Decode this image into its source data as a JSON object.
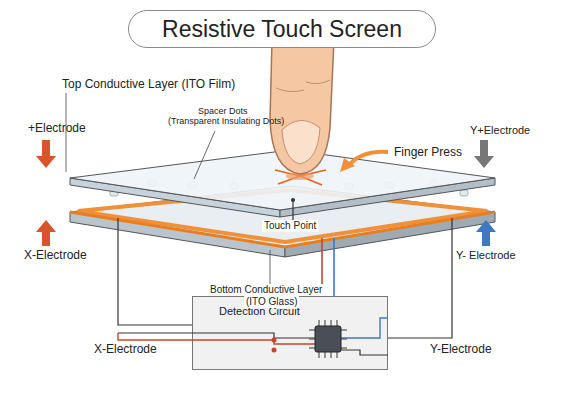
{
  "diagram": {
    "title": "Resistive Touch Screen",
    "nodes": [
      {
        "text": [
          "Detection Circuit"
        ]
      }
    ],
    "labels": [
      "Top Conductive Layer (ITO Film)",
      "Spacer Dots",
      "(Transparent Insulating Dots)",
      "+Electrode",
      "Y+Electrode",
      "Finger Press",
      "Touch Point",
      "X-Electrode",
      "Y- Electrode",
      "Bottom Conductive Layer",
      "(ITO Glass)",
      "X-Electrode",
      "Y-Electrode"
    ]
  }
}
